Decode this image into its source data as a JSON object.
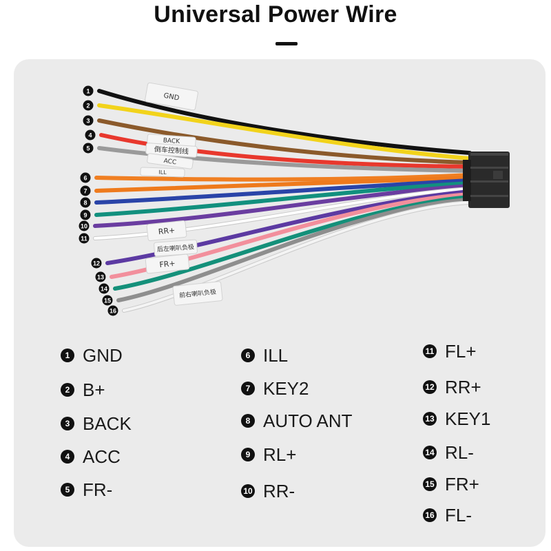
{
  "page": {
    "title": "Universal Power Wire"
  },
  "wires": [
    {
      "number": "1",
      "color": "#111111",
      "label": "GND"
    },
    {
      "number": "2",
      "color": "#f2d31b",
      "label": "B+"
    },
    {
      "number": "3",
      "color": "#8b5a2b",
      "label": "BACK"
    },
    {
      "number": "4",
      "color": "#e8382d",
      "label": "ACC"
    },
    {
      "number": "5",
      "color": "#9a9a9a",
      "label": "FR-"
    },
    {
      "number": "6",
      "color": "#f07f22",
      "label": "ILL"
    },
    {
      "number": "7",
      "color": "#ee7a1c",
      "label": "KEY2"
    },
    {
      "number": "8",
      "color": "#2a44a8",
      "label": "AUTO ANT"
    },
    {
      "number": "9",
      "color": "#12907e",
      "label": "RL+"
    },
    {
      "number": "10",
      "color": "#6a3da0",
      "label": "RR-"
    },
    {
      "number": "11",
      "color": "#ffffff",
      "label": "FL+"
    },
    {
      "number": "12",
      "color": "#5c3aa2",
      "label": "RR+"
    },
    {
      "number": "13",
      "color": "#f28f9c",
      "label": "KEY1"
    },
    {
      "number": "14",
      "color": "#14907a",
      "label": "RL-"
    },
    {
      "number": "15",
      "color": "#8e8e8e",
      "label": "FR+"
    },
    {
      "number": "16",
      "color": "#f4f4f4",
      "label": "FL-"
    }
  ],
  "tags": [
    {
      "text": "GND"
    },
    {
      "text": "BACK"
    },
    {
      "text": "倒车控制线"
    },
    {
      "text": "ACC"
    },
    {
      "text": "ILL"
    },
    {
      "text": "RR+"
    },
    {
      "text": "后左喇叭负极"
    },
    {
      "text": "FR+"
    },
    {
      "text": "前右喇叭负极"
    }
  ],
  "connector": {
    "color": "#2a2a2a"
  }
}
